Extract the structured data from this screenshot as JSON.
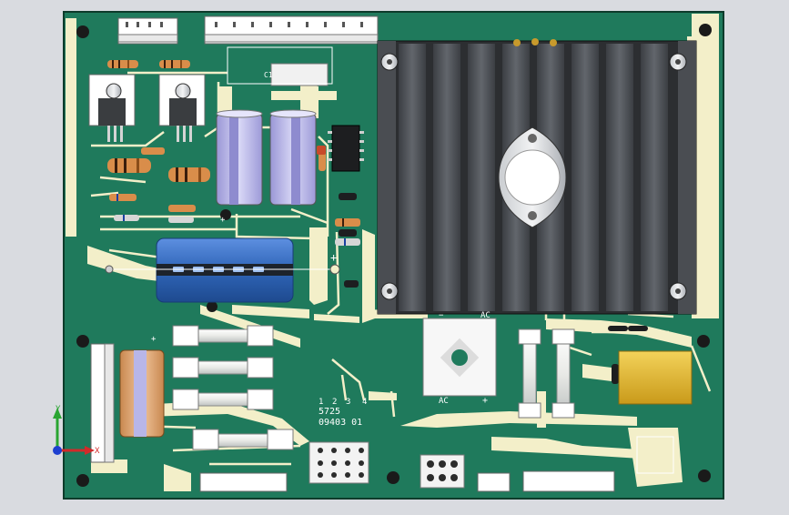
{
  "board": {
    "colors": {
      "background": "#d9dbe0",
      "substrate": "#1f7a5c",
      "copper": "#f3efc9",
      "heatsink": "#4a4d52",
      "capacitor_blue": "#2f65b8",
      "capacitor_lilac": "#b8b6e8",
      "yellow_relay": "#e6b92a"
    },
    "silkscreen": {
      "pin_labels": [
        "1",
        "2",
        "3",
        "4"
      ],
      "part_code": "5725",
      "serial": "09403  01",
      "bridge_minus": "−",
      "bridge_ac_top": "AC",
      "bridge_ac_bottom": "AC",
      "bridge_plus": "+",
      "cap_plus_main": "+",
      "cap_plus_small": "+",
      "cap_plus_left": "+",
      "c1_label": "C1"
    },
    "axes": {
      "y_label": "Y",
      "x_label": "X"
    },
    "icons": {
      "mounting_hole": "mounting-hole-icon",
      "triad": "coordinate-triad-icon"
    }
  }
}
